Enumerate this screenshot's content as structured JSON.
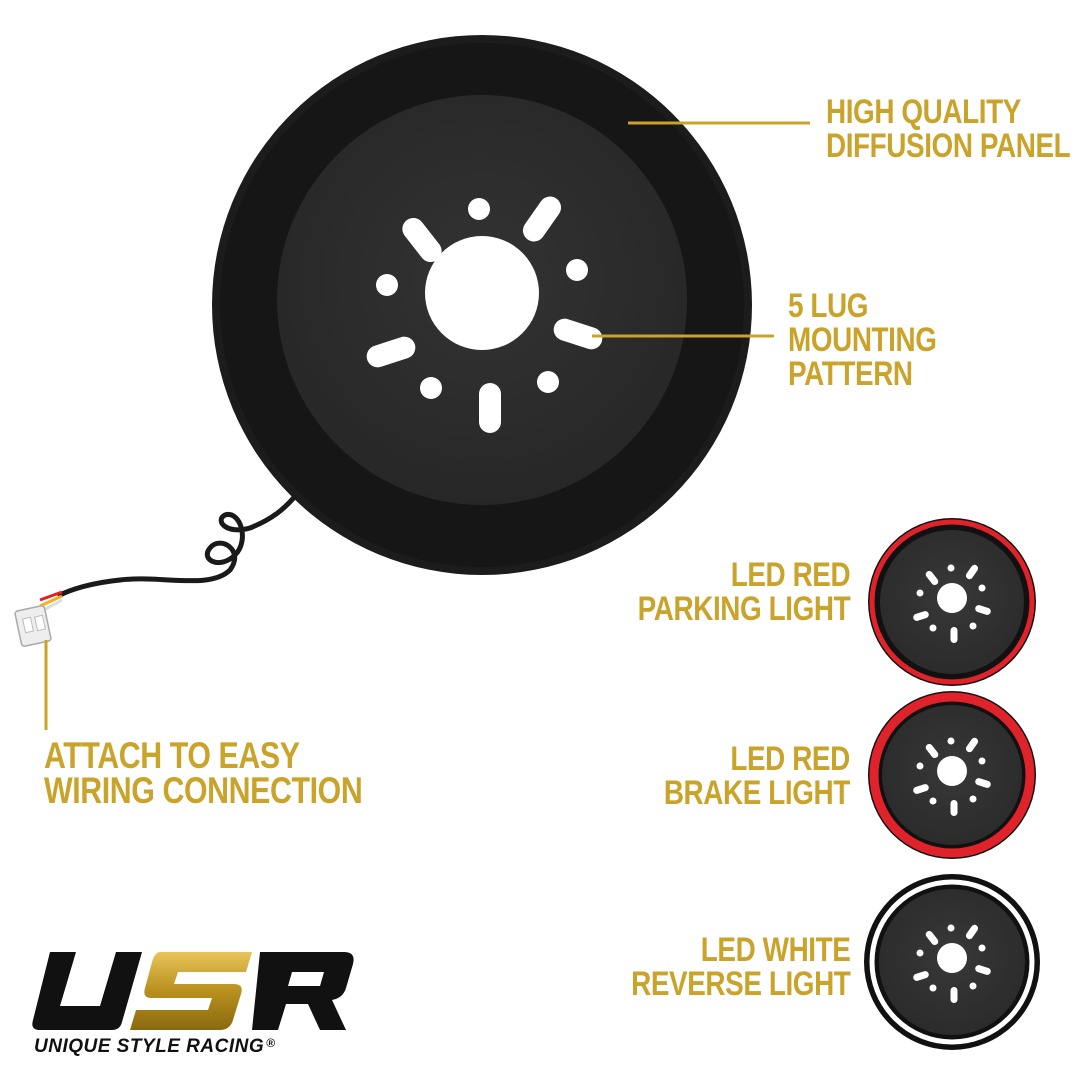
{
  "callouts": {
    "diffusion": {
      "line1": "HIGH QUALITY",
      "line2": "DIFFUSION PANEL"
    },
    "lug": {
      "line1": "5 LUG",
      "line2": "MOUNTING",
      "line3": "PATTERN"
    },
    "wiring": {
      "line1": "ATTACH TO EASY",
      "line2": "WIRING CONNECTION"
    },
    "parking": {
      "line1": "LED RED",
      "line2": "PARKING LIGHT"
    },
    "brake": {
      "line1": "LED RED",
      "line2": "BRAKE LIGHT"
    },
    "reverse": {
      "line1": "LED WHITE",
      "line2": "REVERSE LIGHT"
    }
  },
  "brand": {
    "logo_letters": "USR",
    "name": "UNIQUE STYLE RACING",
    "registered": "®"
  },
  "colors": {
    "accent_gold": "#c9a32a",
    "panel_black": "#1c1c1c",
    "red_led": "#e0232a",
    "white_led": "#ffffff"
  }
}
